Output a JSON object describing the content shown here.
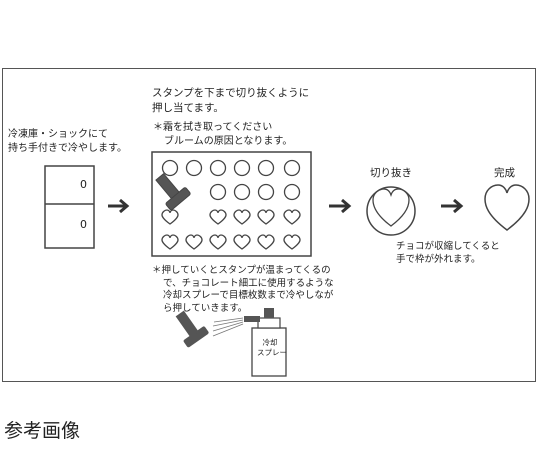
{
  "step1": {
    "lines": [
      "冷凍庫・ショックにて",
      "持ち手付きで冷やします。"
    ],
    "door_marks": [
      "0",
      "0"
    ]
  },
  "step2": {
    "heading": [
      "スタンプを下まで切り抜くように",
      "押し当てます。"
    ],
    "note": [
      "＊霜を拭き取ってください",
      "ブルームの原因となります。"
    ]
  },
  "warning": [
    "＊押していくとスタンプが温まってくるの",
    "で、チョコレート細工に使用するような",
    "冷却スプレーで目標枚数まで冷やしなが",
    "ら押していきます。"
  ],
  "spray": {
    "label": [
      "冷却",
      "スプレー"
    ]
  },
  "step3": {
    "title": "切り抜き"
  },
  "step4": {
    "title": "完成",
    "note": [
      "チョコが収縮してくると",
      "手で枠が外れます。"
    ]
  },
  "caption": "参考画像"
}
